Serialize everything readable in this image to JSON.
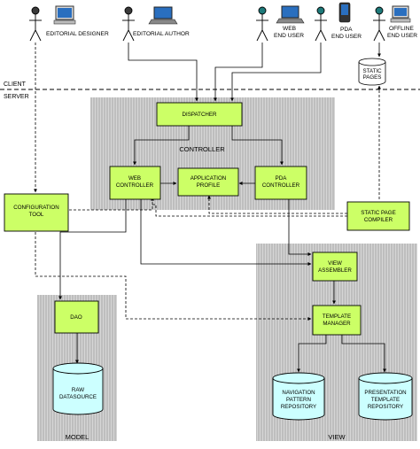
{
  "actors": {
    "editorial_designer": "EDITORIAL DESIGNER",
    "editorial_author": "EDITORIAL AUTHOR",
    "web_end_user_1": "WEB",
    "web_end_user_2": "END USER",
    "pda_end_user_1": "PDA",
    "pda_end_user_2": "END USER",
    "offline_end_user_1": "OFFLINE",
    "offline_end_user_2": "END USER"
  },
  "tiers": {
    "client": "CLIENT",
    "server": "SERVER"
  },
  "zones": {
    "controller": "CONTROLLER",
    "model": "MODEL",
    "view": "VIEW"
  },
  "boxes": {
    "dispatcher": "DISPATCHER",
    "web_controller_1": "WEB",
    "web_controller_2": "CONTROLLER",
    "application_profile_1": "APPLICATION",
    "application_profile_2": "PROFILE",
    "pda_controller_1": "PDA",
    "pda_controller_2": "CONTROLLER",
    "configuration_tool_1": "CONFIGURATION",
    "configuration_tool_2": "TOOL",
    "static_page_compiler_1": "STATIC PAGE",
    "static_page_compiler_2": "COMPILER",
    "view_assembler_1": "VIEW",
    "view_assembler_2": "ASSEMBLER",
    "template_manager_1": "TEMPLATE",
    "template_manager_2": "MANAGER",
    "dao": "DAO"
  },
  "stores": {
    "static_pages_1": "STATIC",
    "static_pages_2": "PAGES",
    "raw_datasource_1": "RAW",
    "raw_datasource_2": "DATASOURCE",
    "navigation_1": "NAVIGATION",
    "navigation_2": "PATTERN",
    "navigation_3": "REPOSITORY",
    "presentation_1": "PRESENTATION",
    "presentation_2": "TEMPLATE",
    "presentation_3": "REPOSITORY"
  },
  "colors": {
    "box_fill": "#ccff66",
    "store_fill": "#ccffff",
    "zone_fill": "#d4d4d4",
    "line": "#000000"
  }
}
